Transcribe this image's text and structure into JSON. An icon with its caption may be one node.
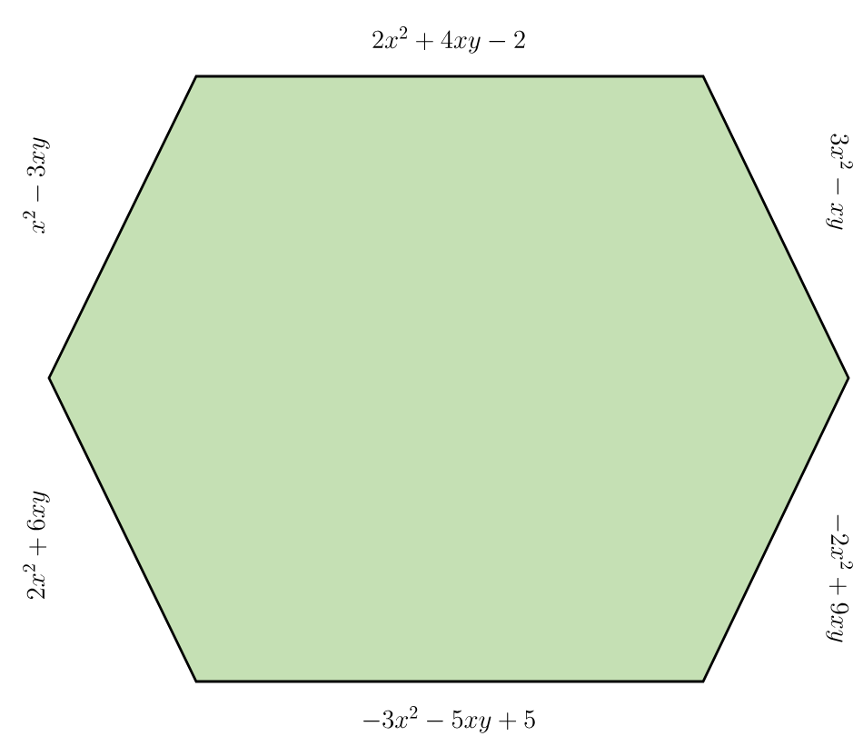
{
  "diagram": {
    "nodes": [
      {
        "text": [],
        "shape": "hexagon",
        "beside": [
          "2x^2 + 4xy - 2",
          "3x^2 - xy",
          "-2x^2 + 9xy",
          "-3x^2 - 5xy + 5",
          "2x^2 + 6xy",
          "x^2 - 3xy"
        ]
      }
    ]
  }
}
